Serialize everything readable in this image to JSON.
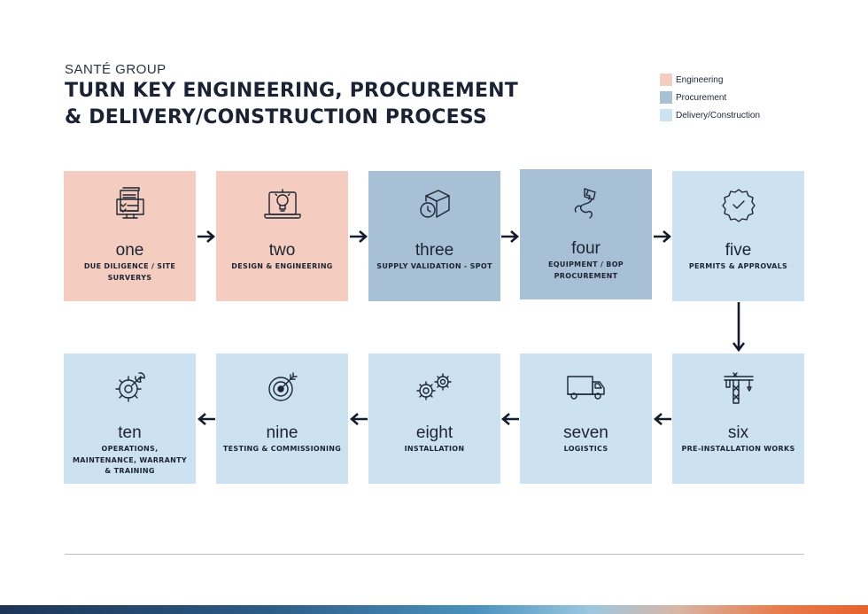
{
  "header": {
    "company": "SANTÉ GROUP",
    "title_line1": "TURN KEY ENGINEERING, PROCUREMENT",
    "title_line2": "& DELIVERY/CONSTRUCTION PROCESS"
  },
  "colors": {
    "engineering": "#f5cdc0",
    "procurement": "#a7c0d6",
    "delivery": "#cde2f1",
    "arrow": "#141c2b",
    "icon": "#1c2433"
  },
  "legend": [
    {
      "label": "Engineering",
      "category": "engineering"
    },
    {
      "label": "Procurement",
      "category": "procurement"
    },
    {
      "label": "Delivery/Construction",
      "category": "delivery"
    }
  ],
  "steps": [
    {
      "num": "one",
      "desc": "DUE DILIGENCE / SITE SURVERYS",
      "category": "engineering",
      "icon": "document-monitor-icon"
    },
    {
      "num": "two",
      "desc": "DESIGN & ENGINEERING",
      "category": "engineering",
      "icon": "laptop-lightbulb-icon"
    },
    {
      "num": "three",
      "desc": "SUPPLY VALIDATION - SPOT",
      "category": "procurement",
      "icon": "box-clock-icon"
    },
    {
      "num": "four",
      "desc": "EQUIPMENT / BOP PROCUREMENT",
      "category": "procurement",
      "icon": "cable-plug-icon"
    },
    {
      "num": "five",
      "desc": "PERMITS & APPROVALS",
      "category": "delivery",
      "icon": "badge-check-icon"
    },
    {
      "num": "six",
      "desc": "PRE-INSTALLATION WORKS",
      "category": "delivery",
      "icon": "crane-icon"
    },
    {
      "num": "seven",
      "desc": "LOGISTICS",
      "category": "delivery",
      "icon": "truck-icon"
    },
    {
      "num": "eight",
      "desc": "INSTALLATION",
      "category": "delivery",
      "icon": "gears-icon"
    },
    {
      "num": "nine",
      "desc": "TESTING & COMMISSIONING",
      "category": "delivery",
      "icon": "target-icon"
    },
    {
      "num": "ten",
      "desc": "OPERATIONS, MAINTENANCE, WARRANTY & TRAINING",
      "category": "delivery",
      "icon": "wrench-gear-icon"
    }
  ]
}
